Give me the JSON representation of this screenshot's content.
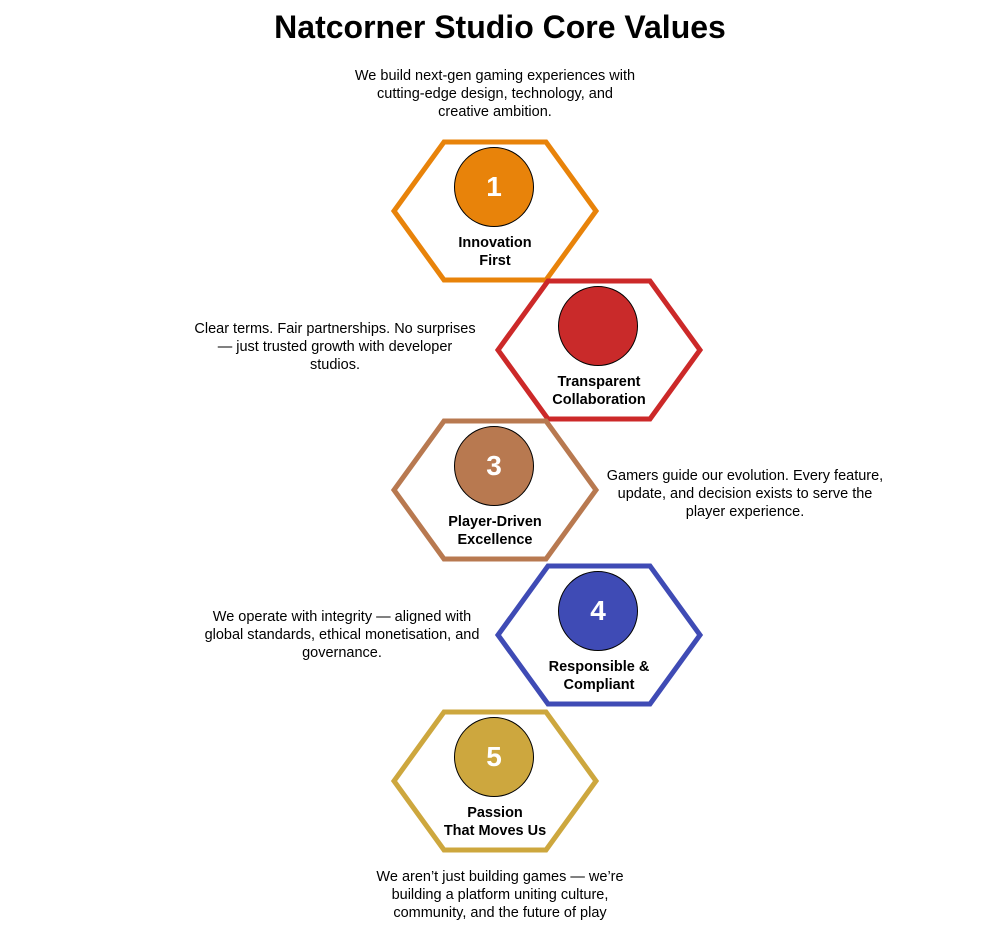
{
  "title": "Natcorner Studio Core Values",
  "intro": [
    "We build next-gen gaming experiences with",
    "cutting-edge design, technology, and",
    "creative ambition."
  ],
  "values": [
    {
      "number": "1",
      "label_lines": [
        "Innovation",
        "First"
      ],
      "color": "#E8830A",
      "circle_color": "#E8830A",
      "description": []
    },
    {
      "number": "",
      "label_lines": [
        "Transparent",
        "Collaboration"
      ],
      "color": "#CC2929",
      "circle_color": "#C92A2A",
      "description": [
        "Clear terms. Fair partnerships. No surprises",
        "— just trusted growth with developer",
        "studios."
      ]
    },
    {
      "number": "3",
      "label_lines": [
        "Player-Driven",
        "Excellence"
      ],
      "color": "#B87950",
      "circle_color": "#B87950",
      "description": [
        "Gamers guide our evolution. Every feature,",
        "update, and decision exists to serve the",
        "player experience."
      ]
    },
    {
      "number": "4",
      "label_lines": [
        "Responsible &",
        "Compliant"
      ],
      "color": "#3F4BB5",
      "circle_color": "#3F4BB5",
      "description": [
        "We operate with integrity — aligned with",
        "global standards, ethical monetisation, and",
        "governance."
      ]
    },
    {
      "number": "5",
      "label_lines": [
        "Passion",
        "That Moves Us"
      ],
      "color": "#CDA73E",
      "circle_color": "#CDA73E",
      "description": []
    }
  ],
  "outro": [
    "We aren’t just building games — we’re",
    "building a platform uniting culture,",
    "community, and the future of play"
  ]
}
